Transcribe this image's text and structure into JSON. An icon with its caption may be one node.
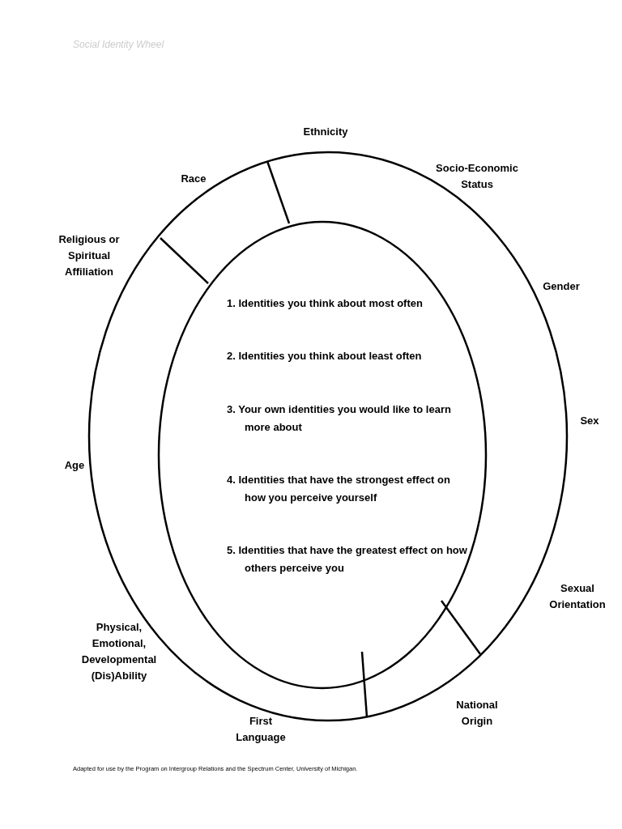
{
  "diagram": {
    "title": "Social Identity Wheel",
    "caption": "Adapted for use by the Program on Intergroup Relations and the Spectrum Center, University of Michigan.",
    "nodes": [
      {
        "text": [
          "1. Identities you think about most often",
          "2. Identities you think about least often",
          "3. Your own identities you would like to learn more about",
          "4. Identities that have the strongest effect on how you perceive yourself",
          "5. Identities that have the greatest effect on how others perceive you"
        ]
      }
    ],
    "edges": [],
    "labels": [
      "Ethnicity",
      "Race",
      "Socio-Economic Status",
      "Religious or Spiritual Affiliation",
      "Gender",
      "Sex",
      "Age",
      "Sexual Orientation",
      "Physical, Emotional, Developmental (Dis)Ability",
      "National Origin",
      "First Language"
    ]
  }
}
